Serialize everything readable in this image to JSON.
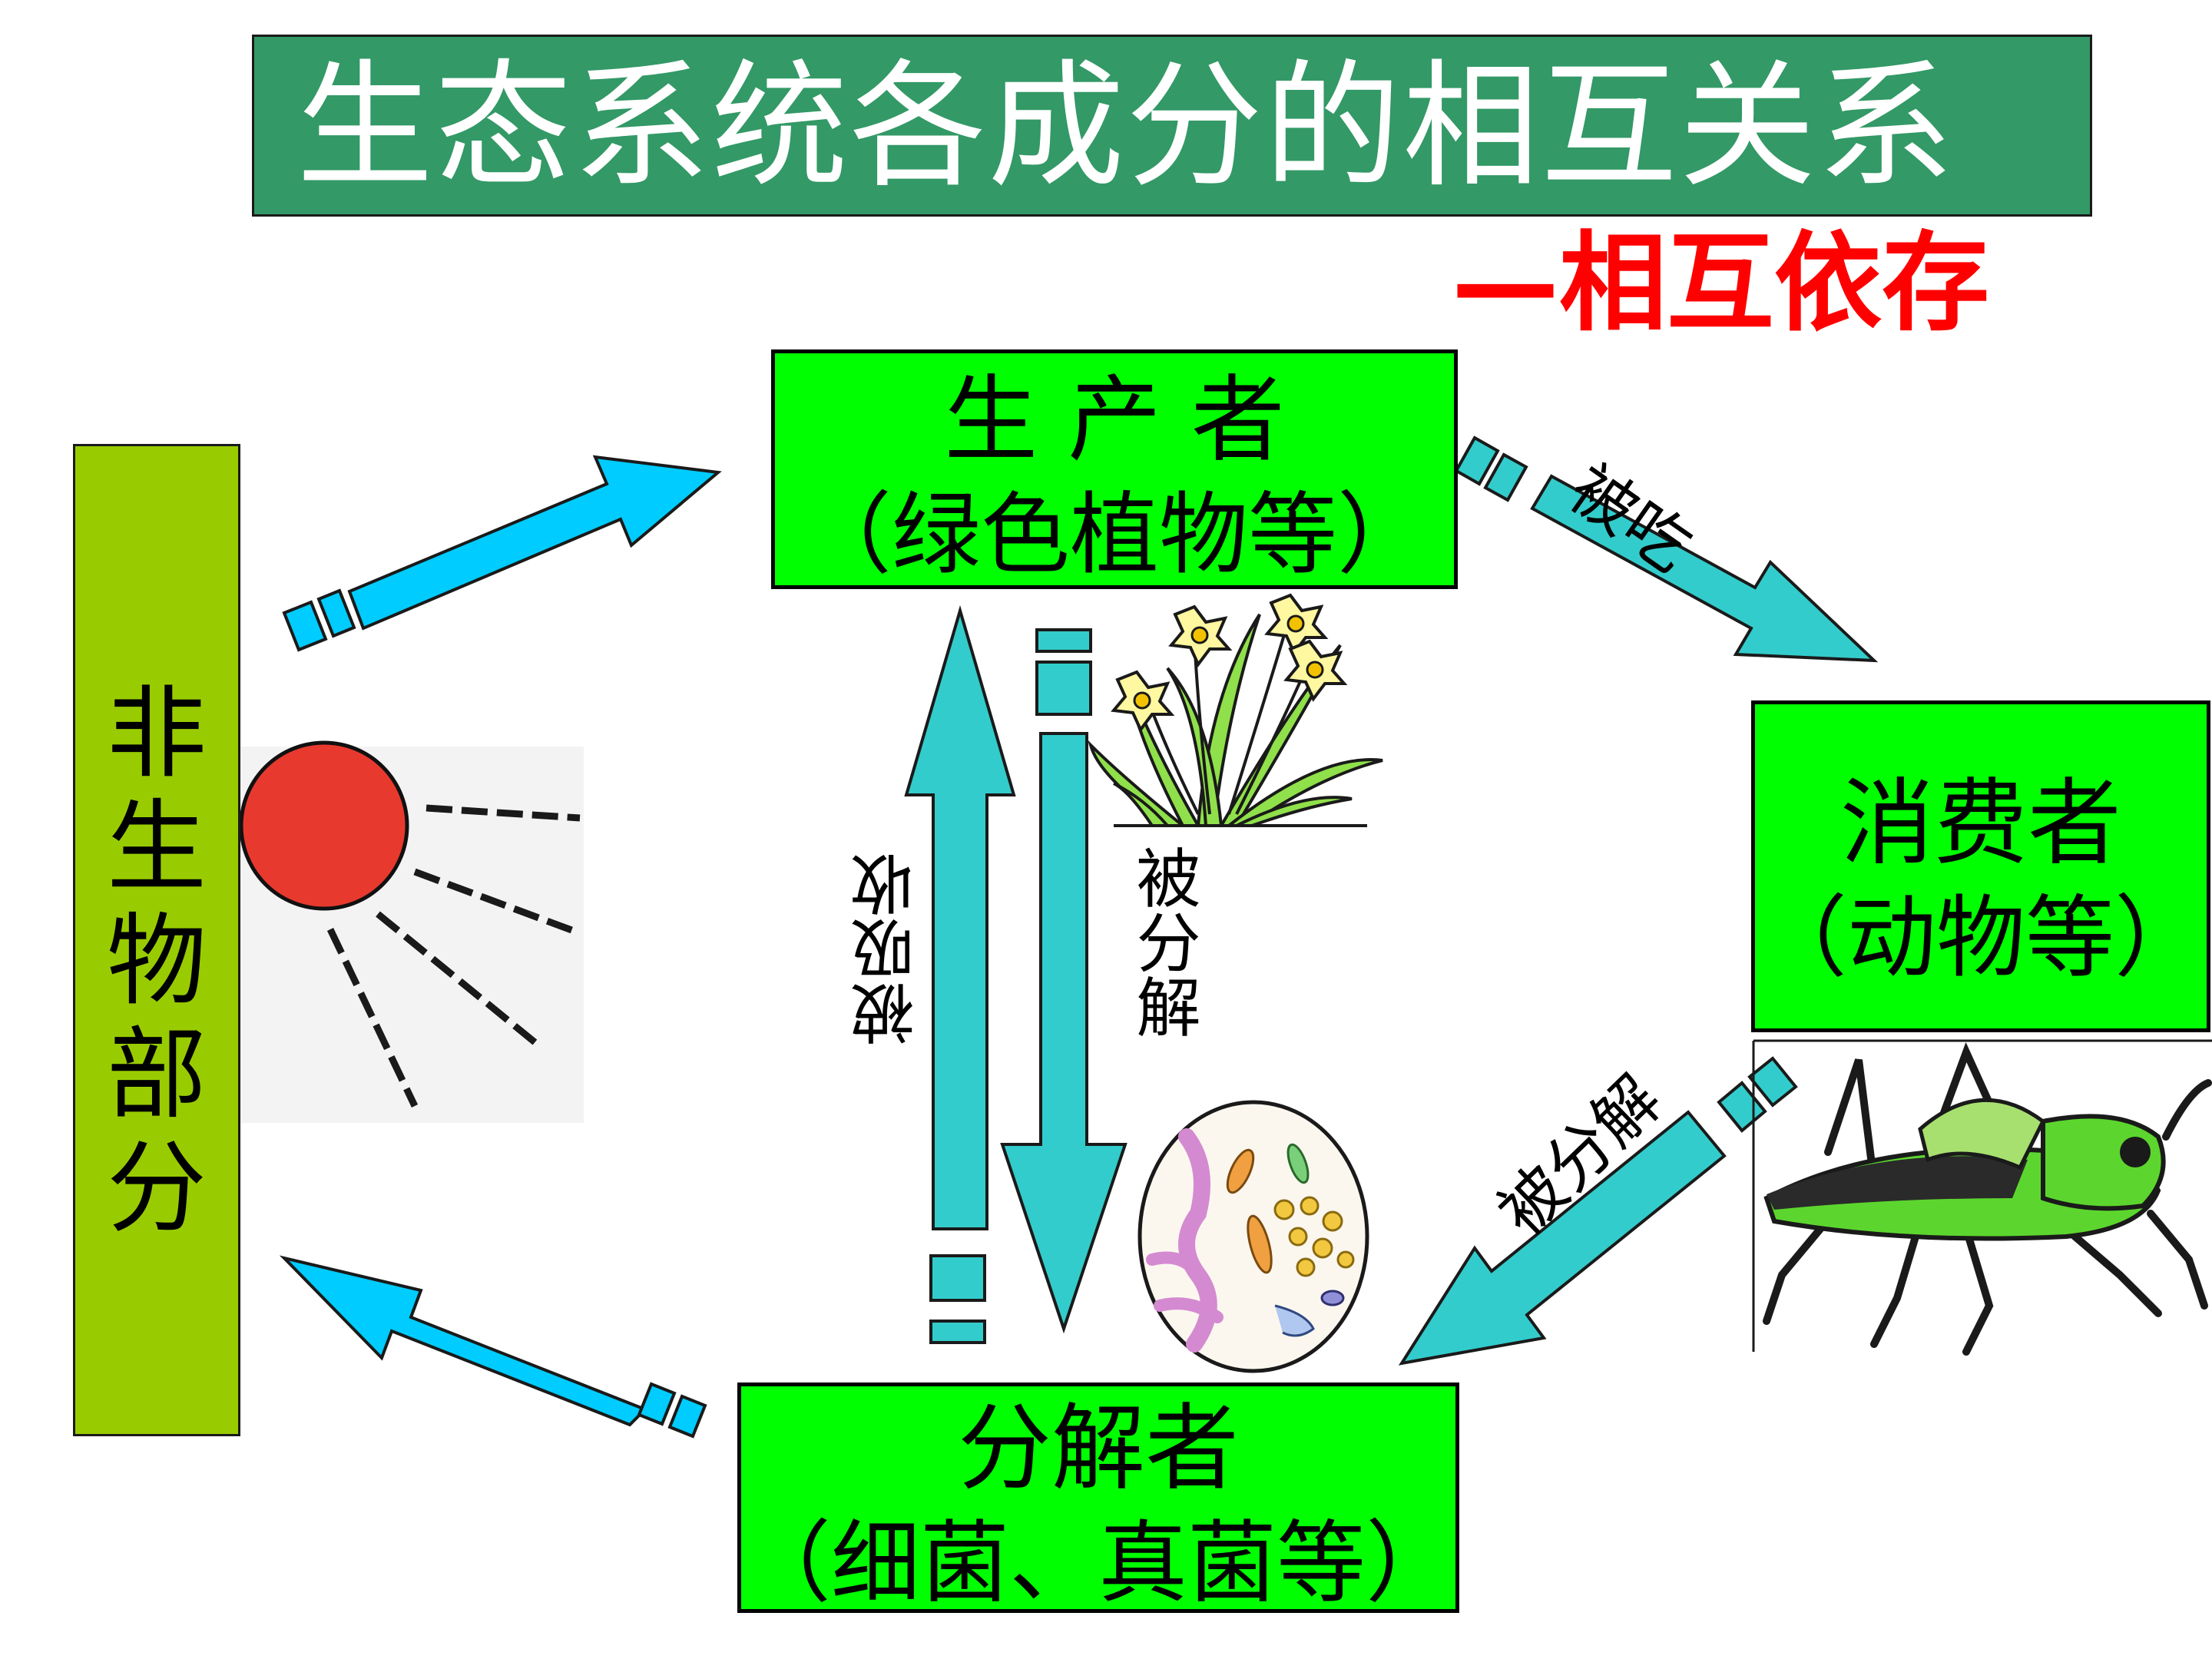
{
  "title": "生态系统各成分的相互关系",
  "subtitle": "—相互依存",
  "producer": {
    "name": "生 产 者",
    "detail": "（绿色植物等）"
  },
  "consumer": {
    "name": "消费者",
    "detail": "（动物等）"
  },
  "decomposer": {
    "name": "分解者",
    "detail": "（细菌、真菌等）"
  },
  "abiotic": {
    "chars": [
      "非",
      "生",
      "物",
      "部",
      "分"
    ]
  },
  "arrow_labels": {
    "eaten": "被吃",
    "decomposed_down": "被分解",
    "absorbed": "被吸收",
    "decomposed_consumer": "被分解"
  },
  "icons": [
    "sun-icon",
    "daffodil-plant-icon",
    "bacteria-icon",
    "grasshopper-icon"
  ],
  "colors": {
    "title_bg": "#339966",
    "title_text": "#ffffff",
    "subtitle": "#ff0000",
    "box_fill": "#00ff00",
    "abiotic_fill": "#99cc00",
    "arrow_fill": "#33cccc",
    "arrow_fill_light": "#00ccff",
    "sun": "#e8392e"
  }
}
